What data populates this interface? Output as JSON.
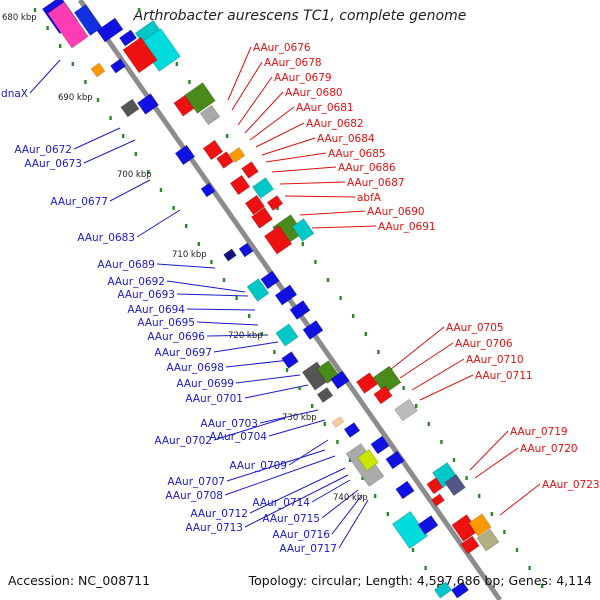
{
  "title": "Arthrobacter aurescens TC1, complete genome",
  "footer": {
    "accession": "Accession: NC_008711",
    "summary": "Topology: circular; Length: 4,597,686 bp; Genes: 4,114"
  },
  "colors": {
    "backbone": "#8c8c8c",
    "minus_strand_label": "#1a1acc",
    "plus_strand_label": "#e01010",
    "tick": "#2a8a2a"
  },
  "ticks": [
    "680 kbp",
    "690 kbp",
    "700 kbp",
    "710 kbp",
    "720 kbp",
    "730 kbp",
    "740 kbp"
  ],
  "left_labels": [
    "dnaX",
    "AAur_0672",
    "AAur_0673",
    "AAur_0677",
    "AAur_0683",
    "AAur_0689",
    "AAur_0692",
    "AAur_0693",
    "AAur_0694",
    "AAur_0695",
    "AAur_0696",
    "AAur_0697",
    "AAur_0698",
    "AAur_0699",
    "AAur_0701",
    "AAur_0703",
    "AAur_0702",
    "AAur_0704",
    "AAur_0709",
    "AAur_0707",
    "AAur_0708",
    "AAur_0714",
    "AAur_0712",
    "AAur_0715",
    "AAur_0713",
    "AAur_0716",
    "AAur_0717"
  ],
  "right_labels": [
    "AAur_0676",
    "AAur_0678",
    "AAur_0679",
    "AAur_0680",
    "AAur_0681",
    "AAur_0682",
    "AAur_0684",
    "AAur_0685",
    "AAur_0686",
    "AAur_0687",
    "abfA",
    "AAur_0690",
    "AAur_0691",
    "AAur_0705",
    "AAur_0706",
    "AAur_0710",
    "AAur_0711",
    "AAur_0719",
    "AAur_0720",
    "AAur_0723"
  ]
}
